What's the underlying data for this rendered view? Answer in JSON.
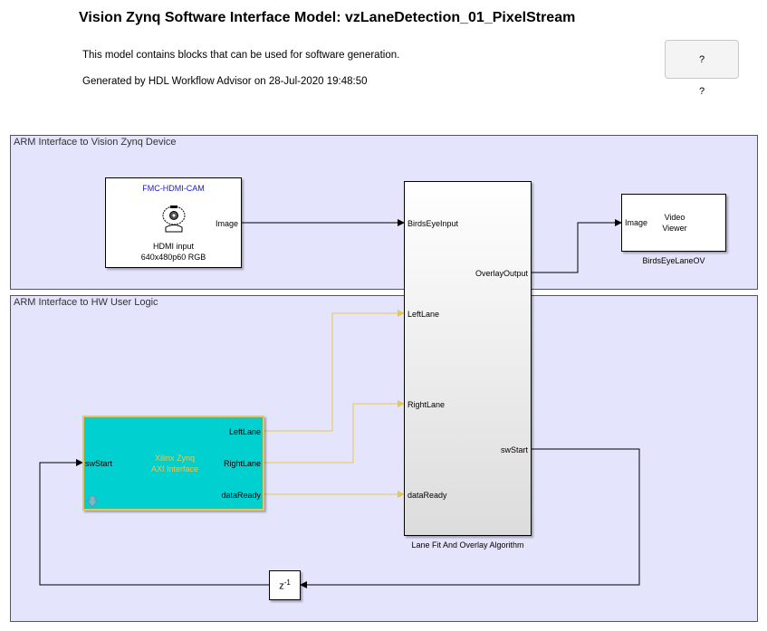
{
  "header": {
    "title": "Vision Zynq Software Interface Model: vzLaneDetection_01_PixelStream",
    "description": "This model contains blocks that can be used for software generation.",
    "generated": "Generated by HDL Workflow Advisor on 28-Jul-2020 19:48:50",
    "help_button": "?",
    "help_label": "?"
  },
  "areas": {
    "device": "ARM Interface to Vision Zynq Device",
    "user_logic": "ARM Interface to HW User Logic"
  },
  "blocks": {
    "camera": {
      "title": "FMC-HDMI-CAM",
      "line1": "HDMI input",
      "line2": "640x480p60 RGB",
      "out_port": "Image",
      "icon": "webcam-icon",
      "title_color": "#1a1acc"
    },
    "algorithm": {
      "name": "Lane Fit And Overlay Algorithm",
      "inputs": [
        "BirdsEyeInput",
        "LeftLane",
        "RightLane",
        "dataReady"
      ],
      "outputs": [
        "OverlayOutput",
        "swStart"
      ]
    },
    "viewer": {
      "name": "BirdsEyeLaneOV",
      "in_port": "Image",
      "line1": "Video",
      "line2": "Viewer"
    },
    "axi": {
      "line1": "Xilinx Zynq",
      "line2": "AXI Interface",
      "in_port": "swStart",
      "outputs": [
        "LeftLane",
        "RightLane",
        "dataReady"
      ],
      "fill_color": "#00d0d0",
      "border_color": "#e8c84a",
      "icon": "down-arrow-icon"
    },
    "delay": {
      "label": "z",
      "exponent": "-1"
    }
  },
  "colors": {
    "area_bg": "#e4e4fc",
    "signal_wire": "#000000",
    "bus_wire": "#e8c84a"
  }
}
